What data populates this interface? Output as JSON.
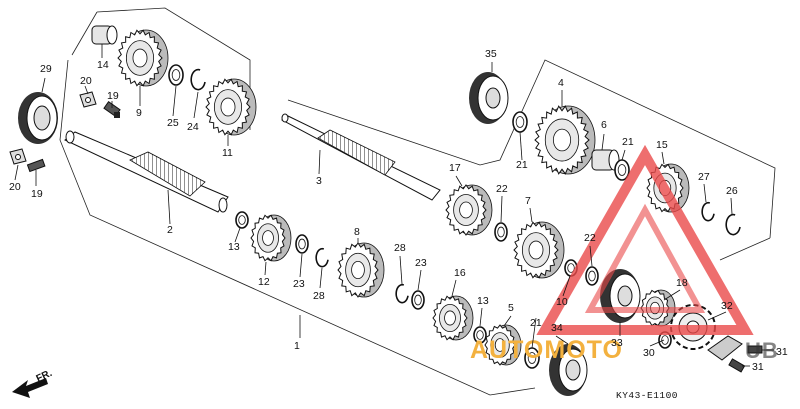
{
  "diagram": {
    "drawing_code": "KY43-E1100",
    "front_marker": "FR.",
    "watermark": "AUTOMOTO",
    "watermark_suffix": "UB",
    "parts": [
      {
        "ref": "1"
      },
      {
        "ref": "2"
      },
      {
        "ref": "3"
      },
      {
        "ref": "4"
      },
      {
        "ref": "5"
      },
      {
        "ref": "6"
      },
      {
        "ref": "7"
      },
      {
        "ref": "8"
      },
      {
        "ref": "9"
      },
      {
        "ref": "10"
      },
      {
        "ref": "11"
      },
      {
        "ref": "12"
      },
      {
        "ref": "13"
      },
      {
        "ref": "14"
      },
      {
        "ref": "15"
      },
      {
        "ref": "16"
      },
      {
        "ref": "17"
      },
      {
        "ref": "18"
      },
      {
        "ref": "19"
      },
      {
        "ref": "20"
      },
      {
        "ref": "21"
      },
      {
        "ref": "22"
      },
      {
        "ref": "23"
      },
      {
        "ref": "24"
      },
      {
        "ref": "25"
      },
      {
        "ref": "26"
      },
      {
        "ref": "27"
      },
      {
        "ref": "28"
      },
      {
        "ref": "29"
      },
      {
        "ref": "30"
      },
      {
        "ref": "31"
      },
      {
        "ref": "32"
      },
      {
        "ref": "33"
      },
      {
        "ref": "34"
      },
      {
        "ref": "35"
      }
    ]
  }
}
